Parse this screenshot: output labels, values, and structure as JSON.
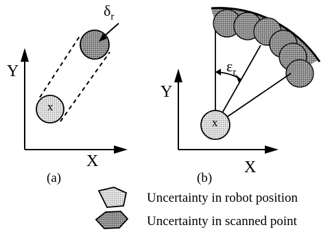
{
  "panel_a": {
    "x_axis_label": "X",
    "y_axis_label": "Y",
    "caption": "(a)",
    "robot_marker": "x",
    "delta_symbol": "δ",
    "delta_subscript": "r"
  },
  "panel_b": {
    "x_axis_label": "X",
    "y_axis_label": "Y",
    "caption": "(b)",
    "robot_marker": "x",
    "epsilon_symbol": "ε",
    "epsilon_subscript": "r"
  },
  "legend": {
    "robot_position": "Uncertainty in robot position",
    "scanned_point": "Uncertainty in scanned point"
  },
  "colors": {
    "robot_fill": "#dcdcdc",
    "scan_fill": "#9a9a9a",
    "line": "#000000"
  }
}
